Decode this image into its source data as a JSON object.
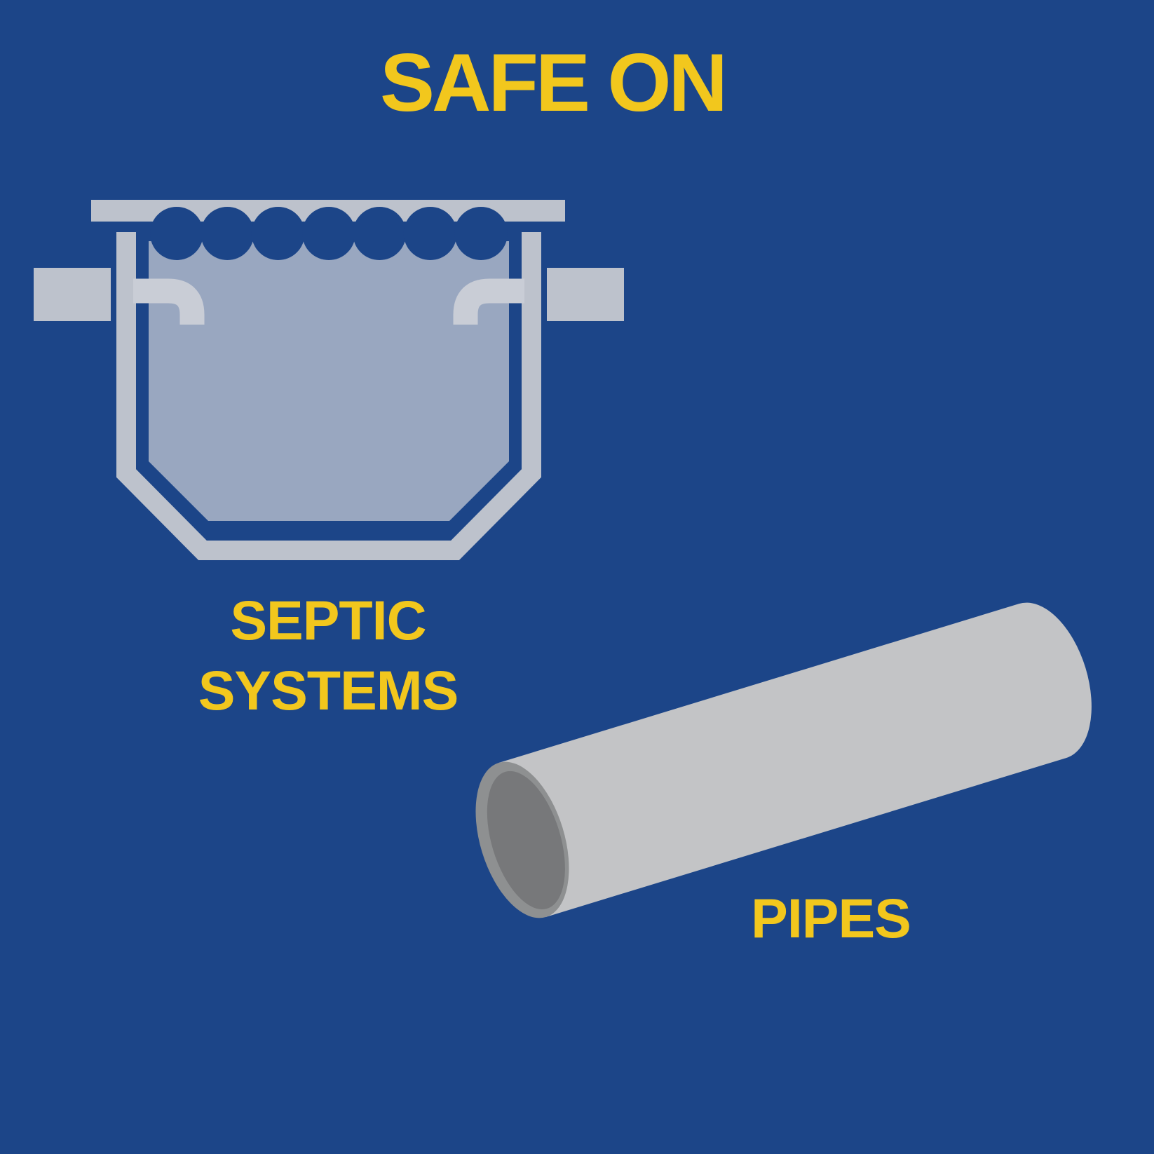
{
  "title": "SAFE ON",
  "items": [
    {
      "icon": "septic-tank-icon",
      "label_line1": "SEPTIC",
      "label_line2": "SYSTEMS"
    },
    {
      "icon": "pipe-icon",
      "label": "PIPES"
    }
  ],
  "colors": {
    "background": "#1c4588",
    "accent_yellow": "#f2c71d",
    "tank_gray": "#bdc2cc",
    "baffle_gray": "#c9cdd6",
    "water_blue_gray": "#99a7c0",
    "pipe_body_gray": "#c3c4c6",
    "pipe_rim_gray": "#8e9091",
    "pipe_opening_gray": "#77787a"
  }
}
